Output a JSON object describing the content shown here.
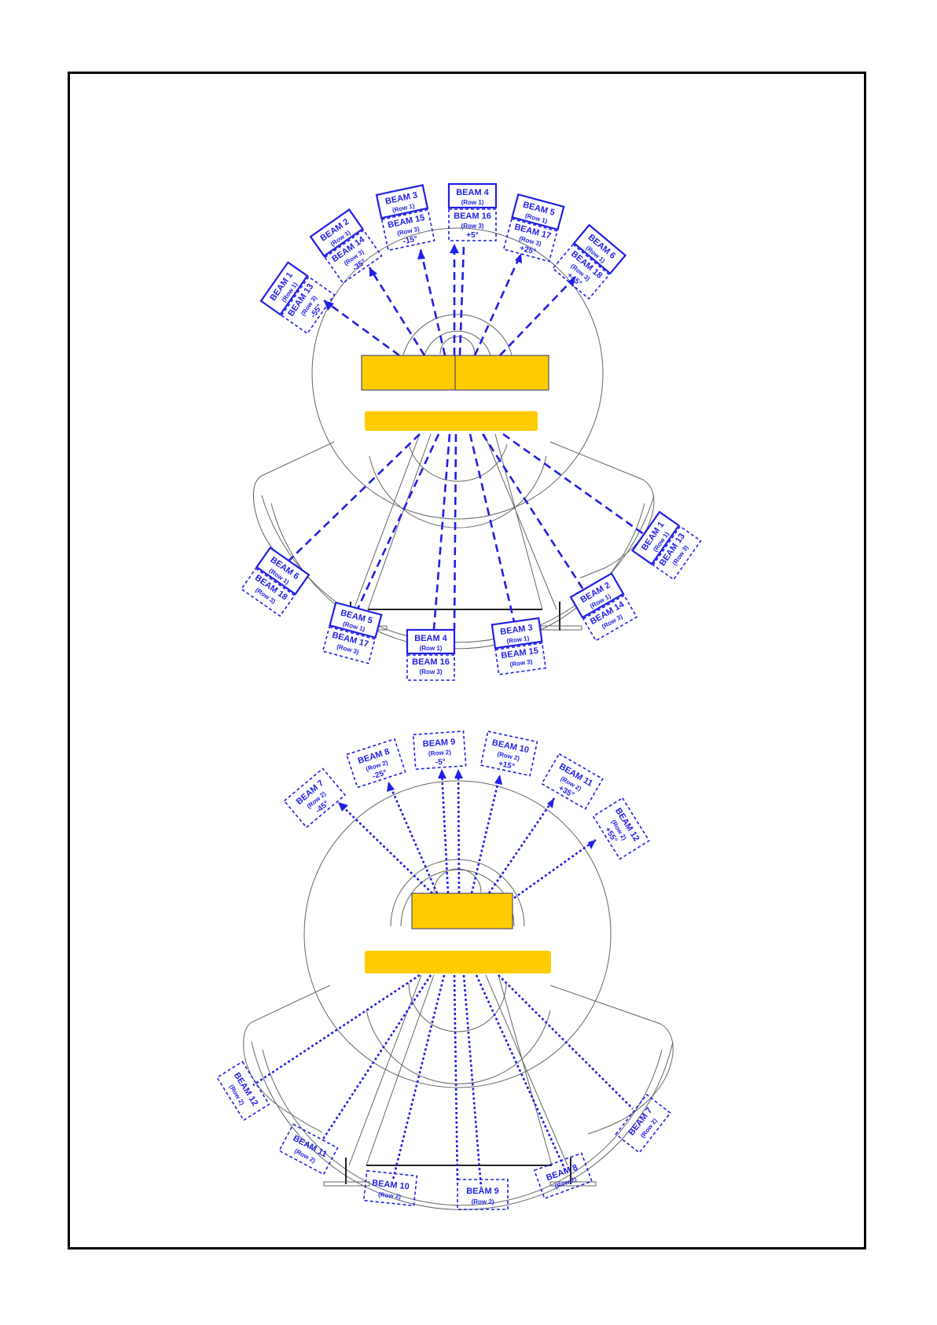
{
  "colors": {
    "beam": "#1f1fe6",
    "carriage": "#ffcc00",
    "outline": "#666666"
  },
  "top_diagram": {
    "forward_labels": [
      {
        "beam": "BEAM  1",
        "row": "(Row 1)",
        "beam2": "BEAM 13",
        "row2": "(Row 3)",
        "angle": "-55°"
      },
      {
        "beam": "BEAM  2",
        "row": "(Row 1)",
        "beam2": "BEAM 14",
        "row2": "(Row 3)",
        "angle": "-35°"
      },
      {
        "beam": "BEAM  3",
        "row": "(Row 1)",
        "beam2": "BEAM 15",
        "row2": "(Row 3)",
        "angle": "-15°"
      },
      {
        "beam": "BEAM  4",
        "row": "(Row 1)",
        "beam2": "BEAM 16",
        "row2": "(Row 3)",
        "angle": "+5°"
      },
      {
        "beam": "BEAM  5",
        "row": "(Row 1)",
        "beam2": "BEAM 17",
        "row2": "(Row 3)",
        "angle": "+25°"
      },
      {
        "beam": "BEAM  6",
        "row": "(Row 1)",
        "beam2": "BEAM 18",
        "row2": "(Row 3)",
        "angle": "+45°"
      }
    ],
    "rear_labels": [
      {
        "beam": "BEAM  6",
        "row": "(Row 1)",
        "beam2": "BEAM 18",
        "row2": "(Row 3)"
      },
      {
        "beam": "BEAM  5",
        "row": "(Row 1)",
        "beam2": "BEAM 17",
        "row2": "(Row 3)"
      },
      {
        "beam": "BEAM  4",
        "row": "(Row 1)",
        "beam2": "BEAM 16",
        "row2": "(Row 3)"
      },
      {
        "beam": "BEAM  3",
        "row": "(Row 1)",
        "beam2": "BEAM 15",
        "row2": "(Row 3)"
      },
      {
        "beam": "BEAM  2",
        "row": "(Row 1)",
        "beam2": "BEAM 14",
        "row2": "(Row 3)"
      },
      {
        "beam": "BEAM  1",
        "row": "(Row 1)",
        "beam2": "BEAM 13",
        "row2": "(Row 3)"
      }
    ]
  },
  "bottom_diagram": {
    "forward_labels": [
      {
        "beam": "BEAM  7",
        "row": "(Row 2)",
        "angle": "-45°"
      },
      {
        "beam": "BEAM  8",
        "row": "(Row 2)",
        "angle": "-25°"
      },
      {
        "beam": "BEAM  9",
        "row": "(Row 2)",
        "angle": "-5°"
      },
      {
        "beam": "BEAM 10",
        "row": "(Row 2)",
        "angle": "+15°"
      },
      {
        "beam": "BEAM 11",
        "row": "(Row 2)",
        "angle": "+35°"
      },
      {
        "beam": "BEAM  12",
        "row": "(Row 2)",
        "angle": "+55°"
      }
    ],
    "rear_labels": [
      {
        "beam": "BEAM  12",
        "row": "(Row 2)"
      },
      {
        "beam": "BEAM 11",
        "row": "(Row 2)"
      },
      {
        "beam": "BEAM 10",
        "row": "(Row 2)"
      },
      {
        "beam": "BEAM  9",
        "row": "(Row 2)"
      },
      {
        "beam": "BEAM  8",
        "row": "(Row 2)"
      },
      {
        "beam": "BEAM  7",
        "row": "(Row 2)"
      }
    ]
  }
}
